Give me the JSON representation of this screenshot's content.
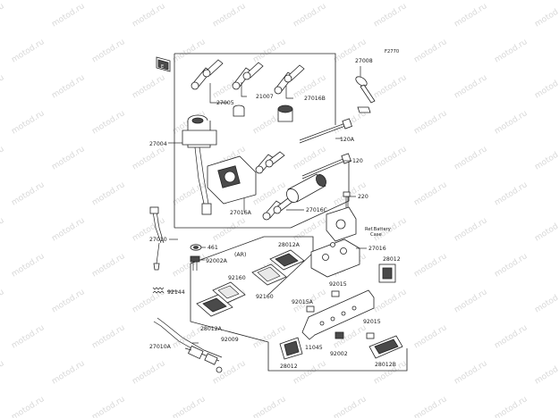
{
  "figure_code": "F2770",
  "watermark": "motod.ru",
  "reference_note": "Ref.Battery\nCase",
  "parts": [
    {
      "id": "p27008",
      "number": "27008"
    },
    {
      "id": "p27005",
      "number": "27005"
    },
    {
      "id": "p21007",
      "number": "21007"
    },
    {
      "id": "p27016B",
      "number": "27016B"
    },
    {
      "id": "p27004",
      "number": "27004"
    },
    {
      "id": "p120A",
      "number": "120A"
    },
    {
      "id": "p120",
      "number": "120"
    },
    {
      "id": "p220",
      "number": "220"
    },
    {
      "id": "p27016A",
      "number": "27016A"
    },
    {
      "id": "p27016C",
      "number": "27016C"
    },
    {
      "id": "p27016",
      "number": "27016"
    },
    {
      "id": "p27010",
      "number": "27010"
    },
    {
      "id": "p461",
      "number": "461"
    },
    {
      "id": "p28012A_1",
      "number": "28012A"
    },
    {
      "id": "pAR",
      "number": "(AR)"
    },
    {
      "id": "p92002A",
      "number": "92002A"
    },
    {
      "id": "p92160_1",
      "number": "92160"
    },
    {
      "id": "p92160_2",
      "number": "92160"
    },
    {
      "id": "p28012_1",
      "number": "28012"
    },
    {
      "id": "p92015_1",
      "number": "92015"
    },
    {
      "id": "p92144",
      "number": "92144"
    },
    {
      "id": "p92015A",
      "number": "92015A"
    },
    {
      "id": "p28012A_2",
      "number": "28012A"
    },
    {
      "id": "p92015_2",
      "number": "92015"
    },
    {
      "id": "p92009",
      "number": "92009"
    },
    {
      "id": "p27010A",
      "number": "27010A"
    },
    {
      "id": "p11045",
      "number": "11045"
    },
    {
      "id": "p92002",
      "number": "92002"
    },
    {
      "id": "p28012_2",
      "number": "28012"
    },
    {
      "id": "p28012B",
      "number": "28012B"
    }
  ]
}
